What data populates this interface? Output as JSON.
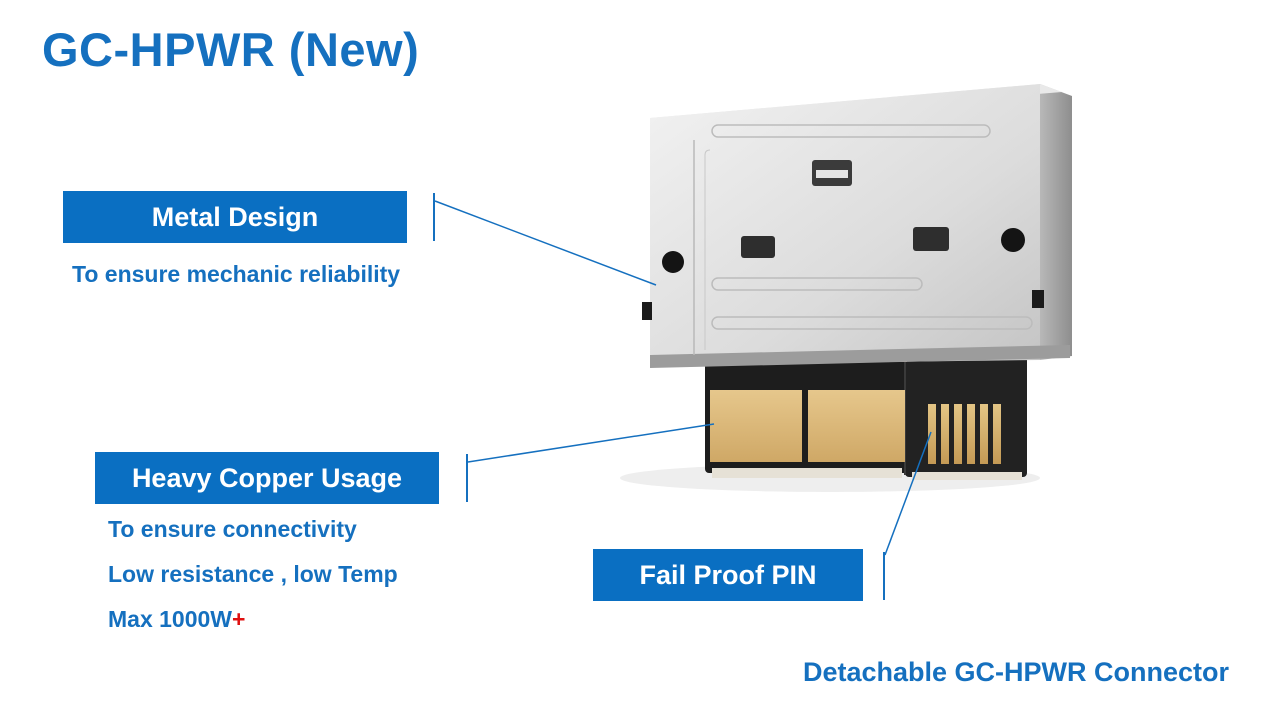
{
  "slide": {
    "title": "GC-HPWR (New)",
    "caption": "Detachable GC-HPWR Connector"
  },
  "features": {
    "metal": {
      "label": "Metal Design",
      "lines": [
        "To ensure mechanic reliability"
      ]
    },
    "copper": {
      "label": "Heavy Copper Usage",
      "lines": [
        "To ensure connectivity",
        "Low resistance , low Temp",
        "Max 1000W"
      ],
      "suffix": "+"
    },
    "pin": {
      "label": "Fail Proof PIN"
    }
  },
  "colors": {
    "accent": "#1570bf",
    "box": "#0a6fc2",
    "highlight": "#e01010"
  },
  "icons": {
    "product": "connector-illustration"
  }
}
